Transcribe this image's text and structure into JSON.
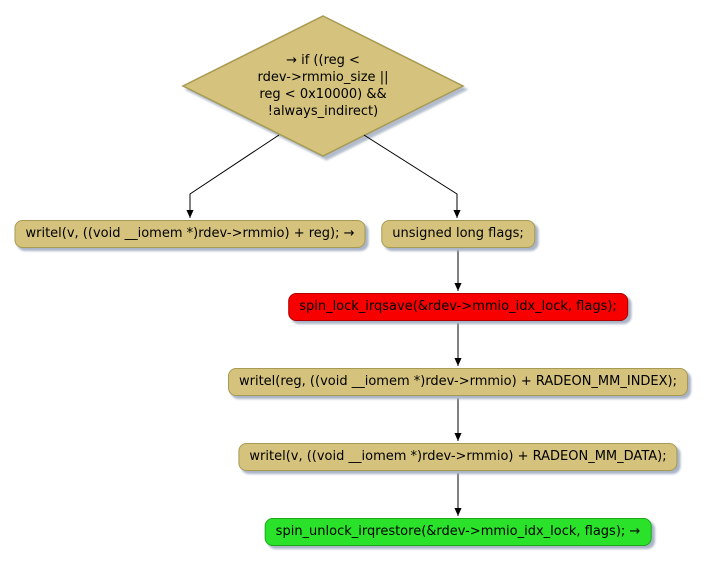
{
  "diagram": {
    "type": "flowchart",
    "background_color": "#FFFFFF",
    "text_color": "#000000",
    "arrow_color": "#000000",
    "shadow_color": "#A9B4C6",
    "default_node_fill": "#D5C37D",
    "default_node_border": "#A79A52",
    "decision": {
      "shape": "diamond",
      "label": "→ if ((reg <\nrdev->rmmio_size ||\nreg < 0x10000) &&\n!always_indirect)"
    },
    "nodes": {
      "direct_write": {
        "label": "writel(v, ((void __iomem *)rdev->rmmio) + reg); →",
        "fill": "#D5C37D"
      },
      "declare_flags": {
        "label": "unsigned long flags;",
        "fill": "#D5C37D"
      },
      "lock": {
        "label": "spin_lock_irqsave(&rdev->mmio_idx_lock, flags);",
        "fill": "#F90000",
        "border": "#B00000"
      },
      "write_index": {
        "label": "writel(reg, ((void __iomem *)rdev->rmmio) + RADEON_MM_INDEX);",
        "fill": "#D5C37D"
      },
      "write_data": {
        "label": "writel(v, ((void __iomem *)rdev->rmmio) + RADEON_MM_DATA);",
        "fill": "#D5C37D"
      },
      "unlock": {
        "label": "spin_unlock_irqrestore(&rdev->mmio_idx_lock, flags); →",
        "fill": "#2BE22B",
        "border": "#18A818"
      }
    },
    "edges": [
      {
        "from": "decision",
        "to": "direct_write",
        "branch": "true"
      },
      {
        "from": "decision",
        "to": "declare_flags",
        "branch": "false"
      },
      {
        "from": "declare_flags",
        "to": "lock"
      },
      {
        "from": "lock",
        "to": "write_index"
      },
      {
        "from": "write_index",
        "to": "write_data"
      },
      {
        "from": "write_data",
        "to": "unlock"
      }
    ]
  }
}
